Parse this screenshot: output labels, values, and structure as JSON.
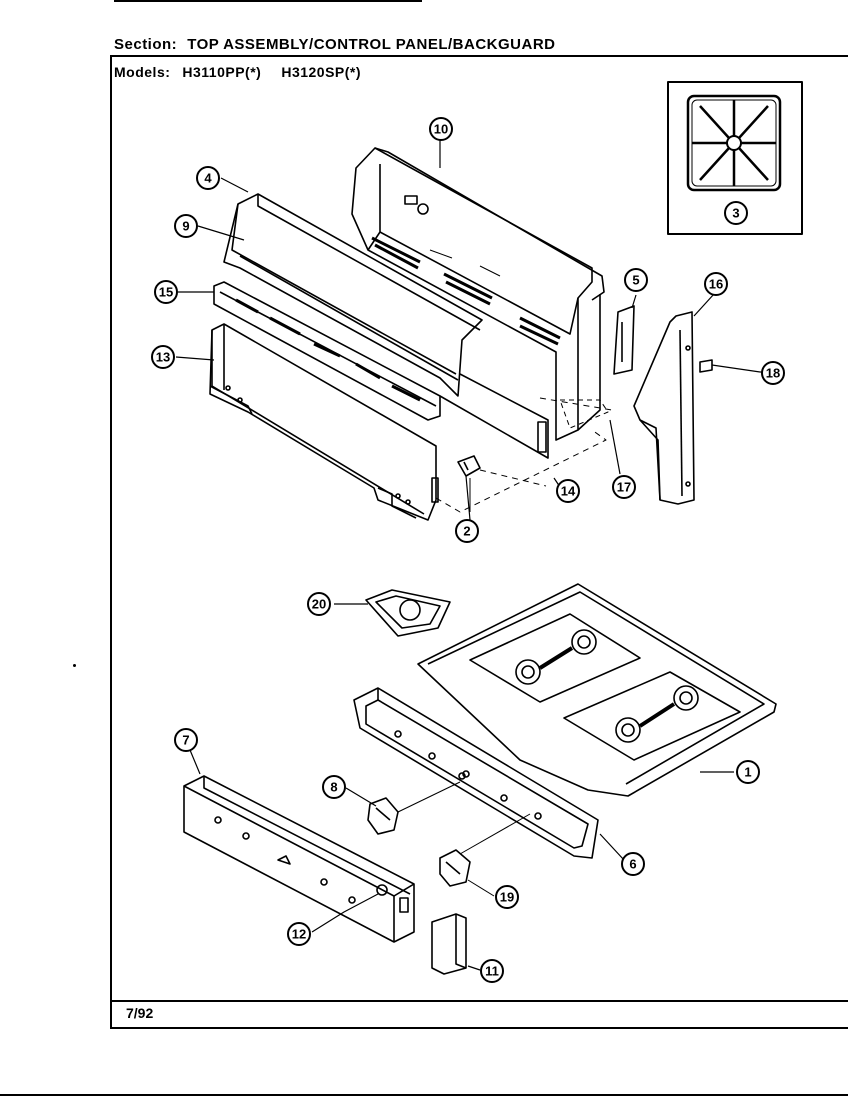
{
  "header": {
    "section_label": "Section:",
    "section_title": "TOP ASSEMBLY/CONTROL PANEL/BACKGUARD",
    "models_label": "Models:",
    "models": [
      "H3110PP(*)",
      "H3120SP(*)"
    ]
  },
  "footer": {
    "date": "7/92"
  },
  "callouts": {
    "c1": "1",
    "c2": "2",
    "c3": "3",
    "c4": "4",
    "c5": "5",
    "c6": "6",
    "c7": "7",
    "c8": "8",
    "c9": "9",
    "c10": "10",
    "c11": "11",
    "c12": "12",
    "c13": "13",
    "c14": "14",
    "c15": "15",
    "c16": "16",
    "c17": "17",
    "c18": "18",
    "c19": "19",
    "c20": "20"
  }
}
